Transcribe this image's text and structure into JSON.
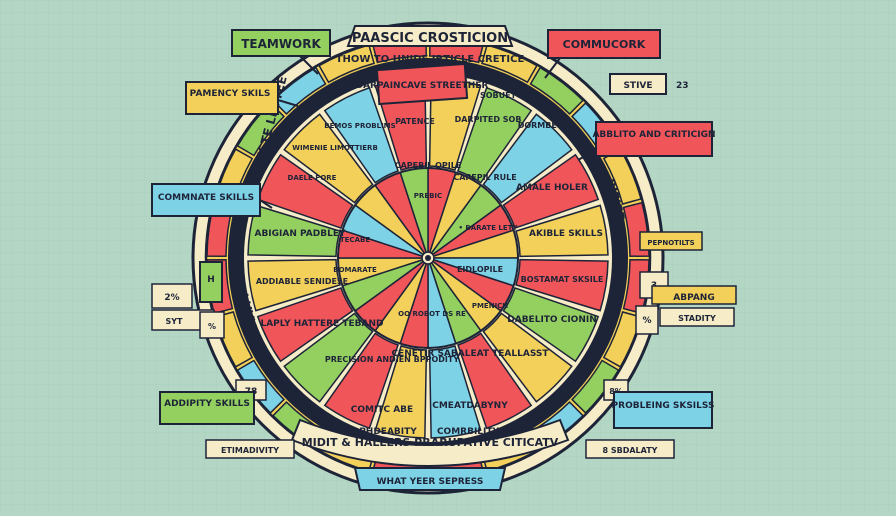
{
  "colors": {
    "background": "#b4d6c4",
    "grid": "#a4c9b6",
    "outline": "#1e2438",
    "red": "#f0555a",
    "yellow": "#f2d05a",
    "green": "#93d060",
    "blue": "#7ed2e6",
    "cream": "#f6ecc8",
    "orange": "#f0a94a"
  },
  "top_banner": "PAASCIC CROSTICION",
  "subtitle_line1": "THOW TO HNIDE IBTICLE CRETICE",
  "subtitle_line2": "DARPAINCAVE STREETHER",
  "ring_left_text": "JEISTE LIITTEE",
  "ring_right_text": "BIFIED",
  "ring_lower_left_text": "MAAAITY",
  "bottom_band_text": "MIDIT & HALLERS PRARUPATIVE CITICATV",
  "bottom_tab": "WHAT YEER SEPRESS",
  "wheel_labels": {
    "patence": "PATENCE",
    "darpited": "DARPITED SOB",
    "sobuet": "SOBUET",
    "dormbet": "DORMBET",
    "capebil": "CAPEBIL OPILE",
    "prebic": "PREBIC",
    "capepil_rule": "CAPEPIL RULE",
    "amale": "AMALE HOLER",
    "akible": "AKIBLE SKILLS",
    "barate": "• BARATE LETY",
    "eidlopile": "EIDLOPILE",
    "bostamat": "BOSTAMAT SKSILE",
    "dabelito": "DABELITO CIONIN",
    "cenetir": "CENETIR SABALEAT TEALLASST",
    "oo_robot": "OO ROBOT DS RE",
    "pmenich": "PMENICH",
    "precision": "PRECISION ANDIEN BPPODITY",
    "laply": "LAPLY HATTERE TEBAND",
    "addiable": "ADDIABLE SENIDESE",
    "bomarate": "BOMARATE",
    "abigian": "ABIGIAN PADBLEY",
    "tecabe": "TECABE",
    "daele": "DAELE PORE",
    "wimenie": "WIMENIE LIMOTTIERB",
    "bemos": "BEMOS PROBLIMS",
    "comitc": "COMITC ABE",
    "cmeatdabyny": "CMEATDABYNY",
    "phdeabity": "PHDEABITY",
    "combility": "COMRBILITY"
  },
  "callouts": {
    "teamwork": "TEAMWORK",
    "communork": "COMMUCORK",
    "pamency": "PAMENCY SKILS",
    "stive": "STIVE",
    "stive_num": "23",
    "ablito": "ABBLITO AND CRITICIGN",
    "commnate": "COMMNATE SKILLS",
    "pernotilts": "PEPNOTILTS",
    "h_box": "H",
    "pct_left": "2%",
    "syt": "SYT",
    "pct_right": "%",
    "num_right": "3",
    "abpang": "ABPANG",
    "stadity": "STADITY",
    "num_78": "78",
    "addipity": "ADDIPITY SKILLS",
    "etimadivity": "ETIMADIVITY",
    "probleing": "PROBLEING SKSILSS",
    "pct_8": "8%",
    "sbdalaty": "8 SBDALATY",
    "pct_lower": "%"
  }
}
